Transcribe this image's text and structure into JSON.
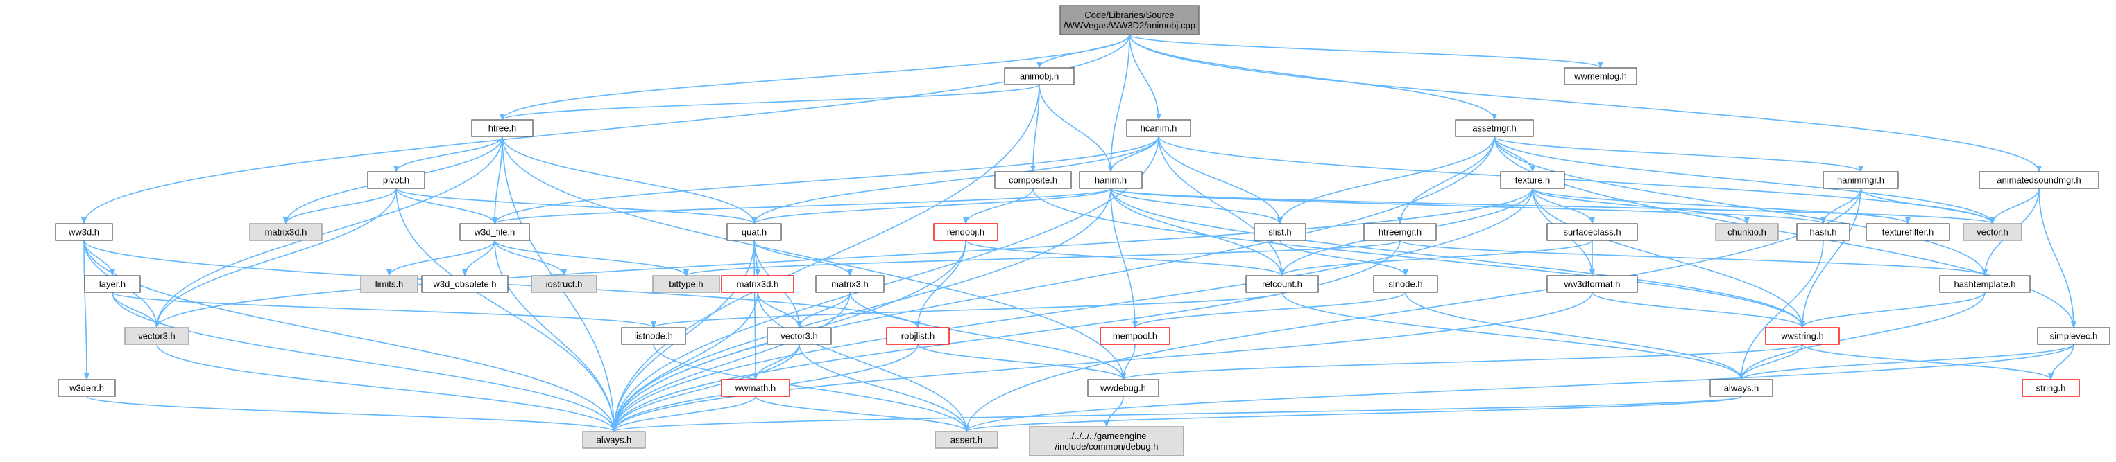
{
  "diagram": {
    "nodes": [
      {
        "id": "root",
        "lines": [
          "Code/Libraries/Source",
          "/WWVegas/WW3D2/animobj.cpp"
        ],
        "style": "root",
        "interactable": false
      },
      {
        "id": "animobj_h",
        "lines": [
          "animobj.h"
        ],
        "style": "white",
        "interactable": true
      },
      {
        "id": "wwmemlog_h",
        "lines": [
          "wwmemlog.h"
        ],
        "style": "white",
        "interactable": true
      },
      {
        "id": "htree_h",
        "lines": [
          "htree.h"
        ],
        "style": "white",
        "interactable": true
      },
      {
        "id": "hcanim_h",
        "lines": [
          "hcanim.h"
        ],
        "style": "white",
        "interactable": true
      },
      {
        "id": "assetmgr_h",
        "lines": [
          "assetmgr.h"
        ],
        "style": "white",
        "interactable": true
      },
      {
        "id": "pivot_h",
        "lines": [
          "pivot.h"
        ],
        "style": "white",
        "interactable": true
      },
      {
        "id": "composite_h",
        "lines": [
          "composite.h"
        ],
        "style": "white",
        "interactable": true
      },
      {
        "id": "hanim_h",
        "lines": [
          "hanim.h"
        ],
        "style": "white",
        "interactable": true
      },
      {
        "id": "texture_h",
        "lines": [
          "texture.h"
        ],
        "style": "white",
        "interactable": true
      },
      {
        "id": "hanimmgr_h",
        "lines": [
          "hanimmgr.h"
        ],
        "style": "white",
        "interactable": true
      },
      {
        "id": "animatedsoundmgr_h",
        "lines": [
          "animatedsoundmgr.h"
        ],
        "style": "white",
        "interactable": true
      },
      {
        "id": "ww3d_h",
        "lines": [
          "ww3d.h"
        ],
        "style": "white",
        "interactable": true
      },
      {
        "id": "matrix3d_h_grey",
        "lines": [
          "matrix3d.h"
        ],
        "style": "grey",
        "interactable": false
      },
      {
        "id": "w3d_file_h",
        "lines": [
          "w3d_file.h"
        ],
        "style": "white",
        "interactable": true
      },
      {
        "id": "quat_h",
        "lines": [
          "quat.h"
        ],
        "style": "white",
        "interactable": true
      },
      {
        "id": "rendobj_h",
        "lines": [
          "rendobj.h"
        ],
        "style": "red",
        "interactable": true
      },
      {
        "id": "slist_h",
        "lines": [
          "slist.h"
        ],
        "style": "white",
        "interactable": true
      },
      {
        "id": "htreemgr_h",
        "lines": [
          "htreemgr.h"
        ],
        "style": "white",
        "interactable": true
      },
      {
        "id": "surfaceclass_h",
        "lines": [
          "surfaceclass.h"
        ],
        "style": "white",
        "interactable": true
      },
      {
        "id": "chunkio_h",
        "lines": [
          "chunkio.h"
        ],
        "style": "grey",
        "interactable": false
      },
      {
        "id": "hash_h",
        "lines": [
          "hash.h"
        ],
        "style": "white",
        "interactable": true
      },
      {
        "id": "texturefilter_h",
        "lines": [
          "texturefilter.h"
        ],
        "style": "white",
        "interactable": true
      },
      {
        "id": "vector_h",
        "lines": [
          "vector.h"
        ],
        "style": "grey",
        "interactable": false
      },
      {
        "id": "layer_h",
        "lines": [
          "layer.h"
        ],
        "style": "white",
        "interactable": true
      },
      {
        "id": "limits_h",
        "lines": [
          "limits.h"
        ],
        "style": "grey",
        "interactable": false
      },
      {
        "id": "w3d_obsolete_h",
        "lines": [
          "w3d_obsolete.h"
        ],
        "style": "white",
        "interactable": true
      },
      {
        "id": "iostruct_h",
        "lines": [
          "iostruct.h"
        ],
        "style": "grey",
        "interactable": false
      },
      {
        "id": "bittype_h",
        "lines": [
          "bittype.h"
        ],
        "style": "grey",
        "interactable": false
      },
      {
        "id": "matrix3d_h_red",
        "lines": [
          "matrix3d.h"
        ],
        "style": "red",
        "interactable": true
      },
      {
        "id": "matrix3_h",
        "lines": [
          "matrix3.h"
        ],
        "style": "white",
        "interactable": true
      },
      {
        "id": "refcount_h",
        "lines": [
          "refcount.h"
        ],
        "style": "white",
        "interactable": true
      },
      {
        "id": "slnode_h",
        "lines": [
          "slnode.h"
        ],
        "style": "white",
        "interactable": true
      },
      {
        "id": "ww3dformat_h",
        "lines": [
          "ww3dformat.h"
        ],
        "style": "white",
        "interactable": true
      },
      {
        "id": "hashtemplate_h",
        "lines": [
          "hashtemplate.h"
        ],
        "style": "white",
        "interactable": true
      },
      {
        "id": "simplevec_h",
        "lines": [
          "simplevec.h"
        ],
        "style": "white",
        "interactable": true
      },
      {
        "id": "vector3_h_grey",
        "lines": [
          "vector3.h"
        ],
        "style": "grey",
        "interactable": false
      },
      {
        "id": "listnode_h",
        "lines": [
          "listnode.h"
        ],
        "style": "white",
        "interactable": true
      },
      {
        "id": "robjlist_h",
        "lines": [
          "robjlist.h"
        ],
        "style": "red",
        "interactable": true
      },
      {
        "id": "vector3_h",
        "lines": [
          "vector3.h"
        ],
        "style": "white",
        "interactable": true
      },
      {
        "id": "mempool_h",
        "lines": [
          "mempool.h"
        ],
        "style": "red",
        "interactable": true
      },
      {
        "id": "wwstring_h",
        "lines": [
          "wwstring.h"
        ],
        "style": "red",
        "interactable": true
      },
      {
        "id": "w3derr_h",
        "lines": [
          "w3derr.h"
        ],
        "style": "white",
        "interactable": true
      },
      {
        "id": "wwmath_h",
        "lines": [
          "wwmath.h"
        ],
        "style": "red",
        "interactable": true
      },
      {
        "id": "wwdebug_h",
        "lines": [
          "wwdebug.h"
        ],
        "style": "white",
        "interactable": true
      },
      {
        "id": "always_h_right",
        "lines": [
          "always.h"
        ],
        "style": "white",
        "interactable": true
      },
      {
        "id": "string_h",
        "lines": [
          "string.h"
        ],
        "style": "red",
        "interactable": true
      },
      {
        "id": "always_h",
        "lines": [
          "always.h"
        ],
        "style": "grey",
        "interactable": false
      },
      {
        "id": "assert_h",
        "lines": [
          "assert.h"
        ],
        "style": "grey",
        "interactable": false
      },
      {
        "id": "debug_h",
        "lines": [
          "../../../../gameengine",
          "/include/common/debug.h"
        ],
        "style": "grey",
        "interactable": false
      }
    ]
  }
}
